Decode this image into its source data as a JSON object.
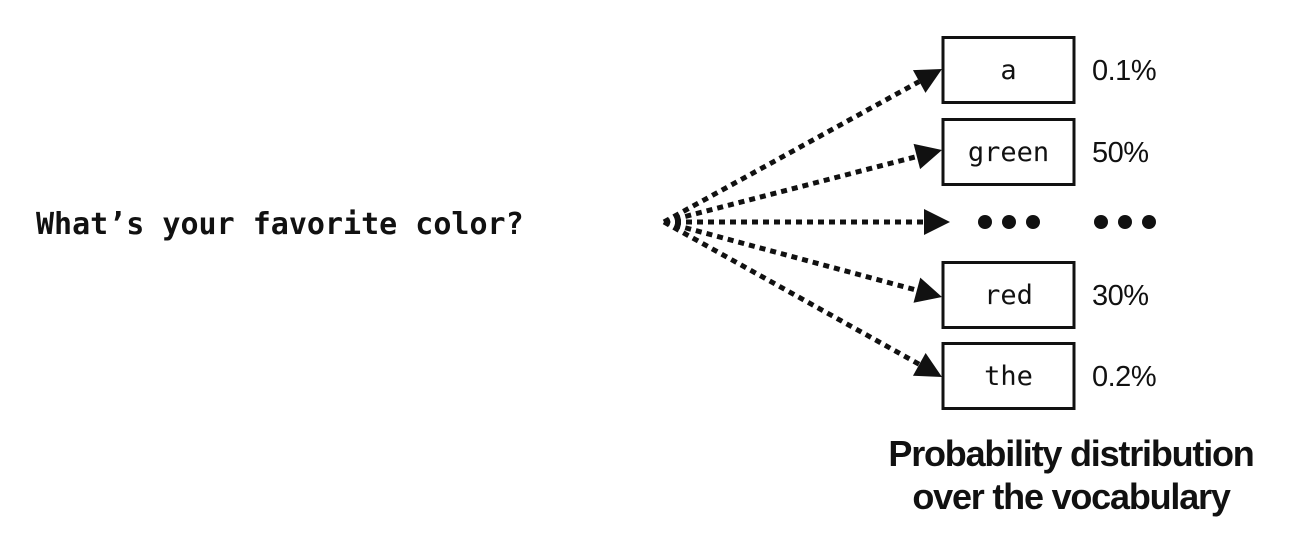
{
  "prompt": "What’s your favorite color?",
  "tokens": [
    {
      "kind": "box",
      "label": "a",
      "probability": "0.1%"
    },
    {
      "kind": "box",
      "label": "green",
      "probability": "50%"
    },
    {
      "kind": "ellipsis",
      "label": "•••",
      "probability": "•••"
    },
    {
      "kind": "box",
      "label": "red",
      "probability": "30%"
    },
    {
      "kind": "box",
      "label": "the",
      "probability": "0.2%"
    }
  ],
  "caption": [
    "Probability distribution",
    "over the vocabulary"
  ],
  "colors": {
    "ink": "#111111",
    "background": "#ffffff"
  }
}
